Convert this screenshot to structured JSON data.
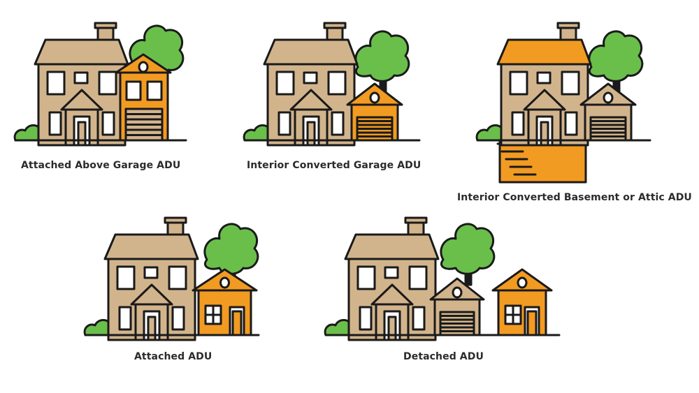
{
  "colors": {
    "house": "#d2b48c",
    "accent": "#f29b22",
    "tree": "#6abf4b",
    "outline": "#1a1a1a",
    "window": "#ffffff",
    "caption": "#2b2b2b"
  },
  "diagrams": [
    {
      "caption": "Attached Above Garage ADU",
      "variant": "above-garage"
    },
    {
      "caption": "Interior Converted Garage ADU",
      "variant": "converted-garage"
    },
    {
      "caption": "Interior Converted Basement or Attic ADU",
      "variant": "basement-attic"
    },
    {
      "caption": "Attached ADU",
      "variant": "attached"
    },
    {
      "caption": "Detached ADU",
      "variant": "detached"
    }
  ]
}
